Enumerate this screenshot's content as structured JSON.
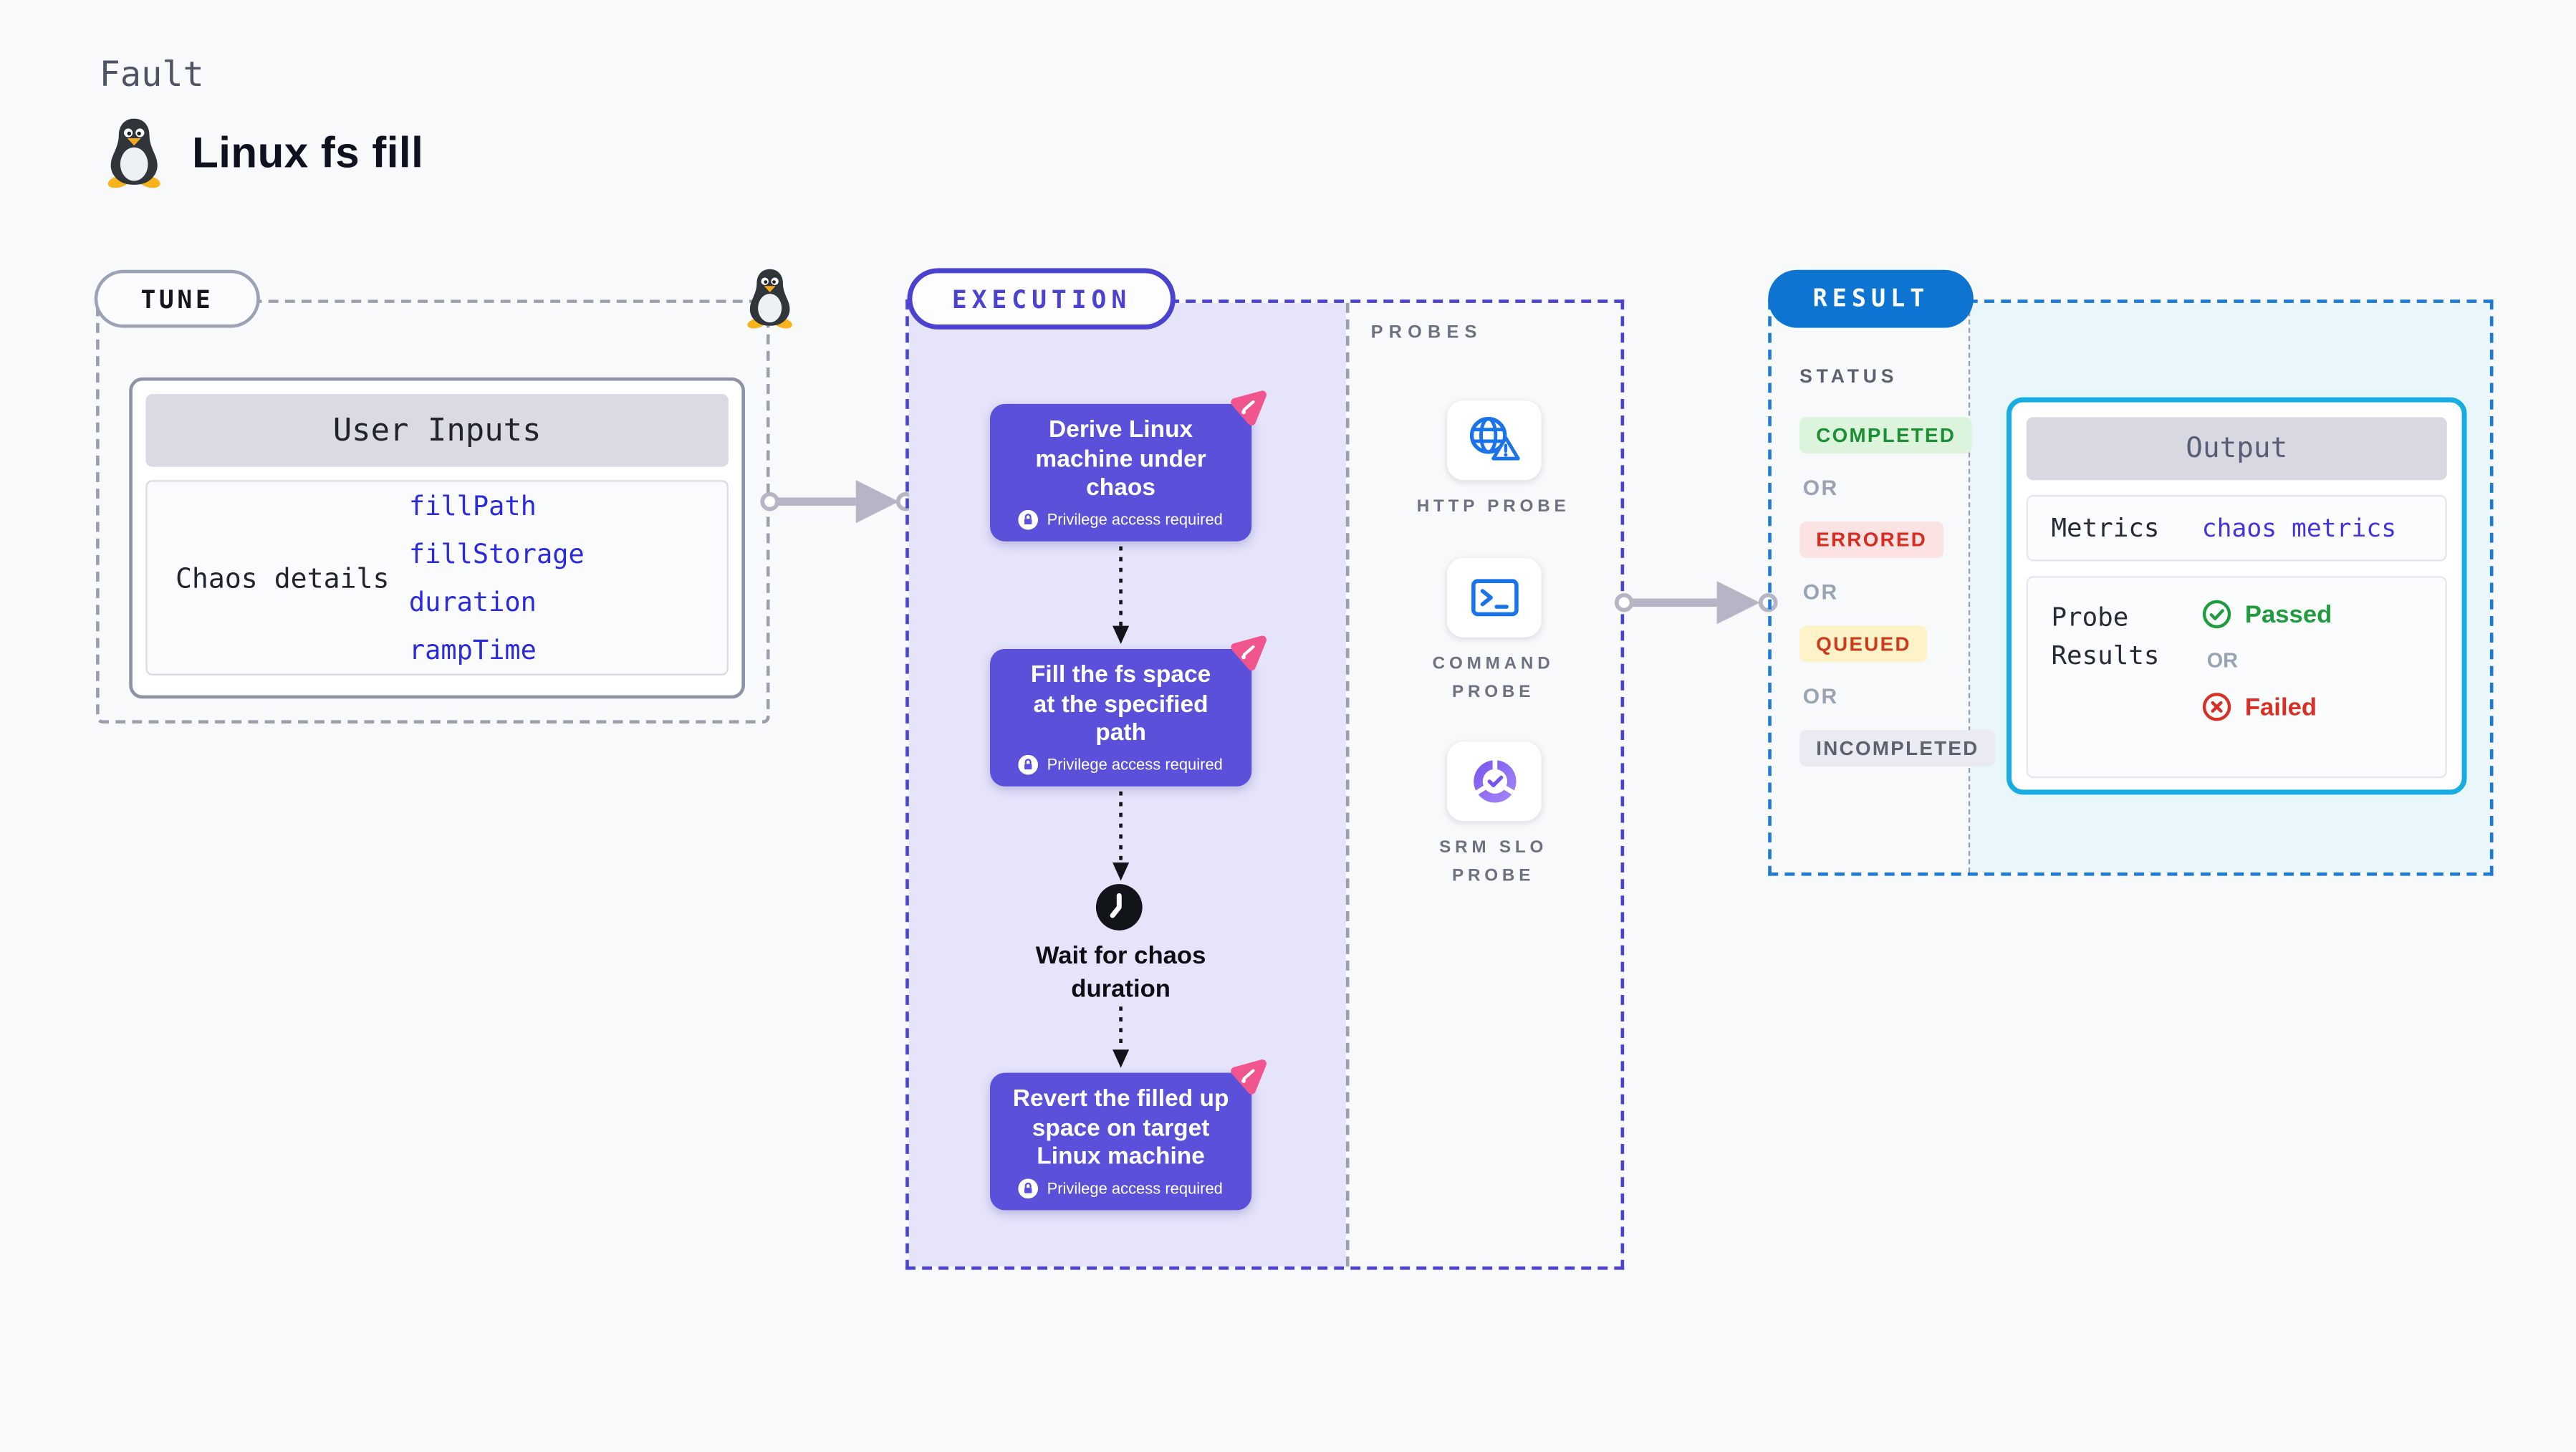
{
  "header": {
    "category": "Fault",
    "title": "Linux fs fill"
  },
  "tune": {
    "label": "TUNE",
    "card": {
      "title": "User Inputs",
      "row_label": "Chaos details",
      "inputs": [
        {
          "name": "fillPath"
        },
        {
          "name": "fillStorage"
        },
        {
          "name": "duration"
        },
        {
          "name": "rampTime"
        }
      ]
    }
  },
  "execution": {
    "label": "EXECUTION",
    "steps": [
      {
        "title": "Derive Linux machine under chaos",
        "badge": "Privilege access required"
      },
      {
        "title": "Fill the fs space at the specified path",
        "badge": "Privilege access required"
      },
      {
        "title": "Wait for chaos duration"
      },
      {
        "title": "Revert the filled up space on target Linux machine",
        "badge": "Privilege access required"
      }
    ],
    "probes": {
      "label": "PROBES",
      "items": [
        {
          "name": "HTTP PROBE"
        },
        {
          "name": "COMMAND PROBE"
        },
        {
          "name": "SRM SLO PROBE"
        }
      ]
    }
  },
  "result": {
    "label": "RESULT",
    "status": {
      "label": "STATUS",
      "or": "OR",
      "badges": [
        {
          "text": "COMPLETED",
          "bg": "#dcf3dc",
          "color": "#1a8f33"
        },
        {
          "text": "ERRORED",
          "bg": "#fce3e3",
          "color": "#d82c20"
        },
        {
          "text": "QUEUED",
          "bg": "#fdf3c8",
          "color": "#cf3a1d"
        },
        {
          "text": "INCOMPLETED",
          "bg": "#e9eaf2",
          "color": "#5c6270"
        }
      ]
    },
    "output": {
      "title": "Output",
      "metrics": {
        "label": "Metrics",
        "link": "chaos metrics"
      },
      "probe_results": {
        "label": "Probe Results",
        "passed": "Passed",
        "or": "OR",
        "failed": "Failed"
      }
    }
  },
  "colors": {
    "node_purple": "#5a50da",
    "execution_indigo": "#4b42d0",
    "result_blue": "#0d74d1",
    "output_cyan": "#17ade2",
    "link_blue": "#2b2bdd",
    "probe_icon_blue": "#1a73e8",
    "flask_pink": "#f0558e"
  }
}
